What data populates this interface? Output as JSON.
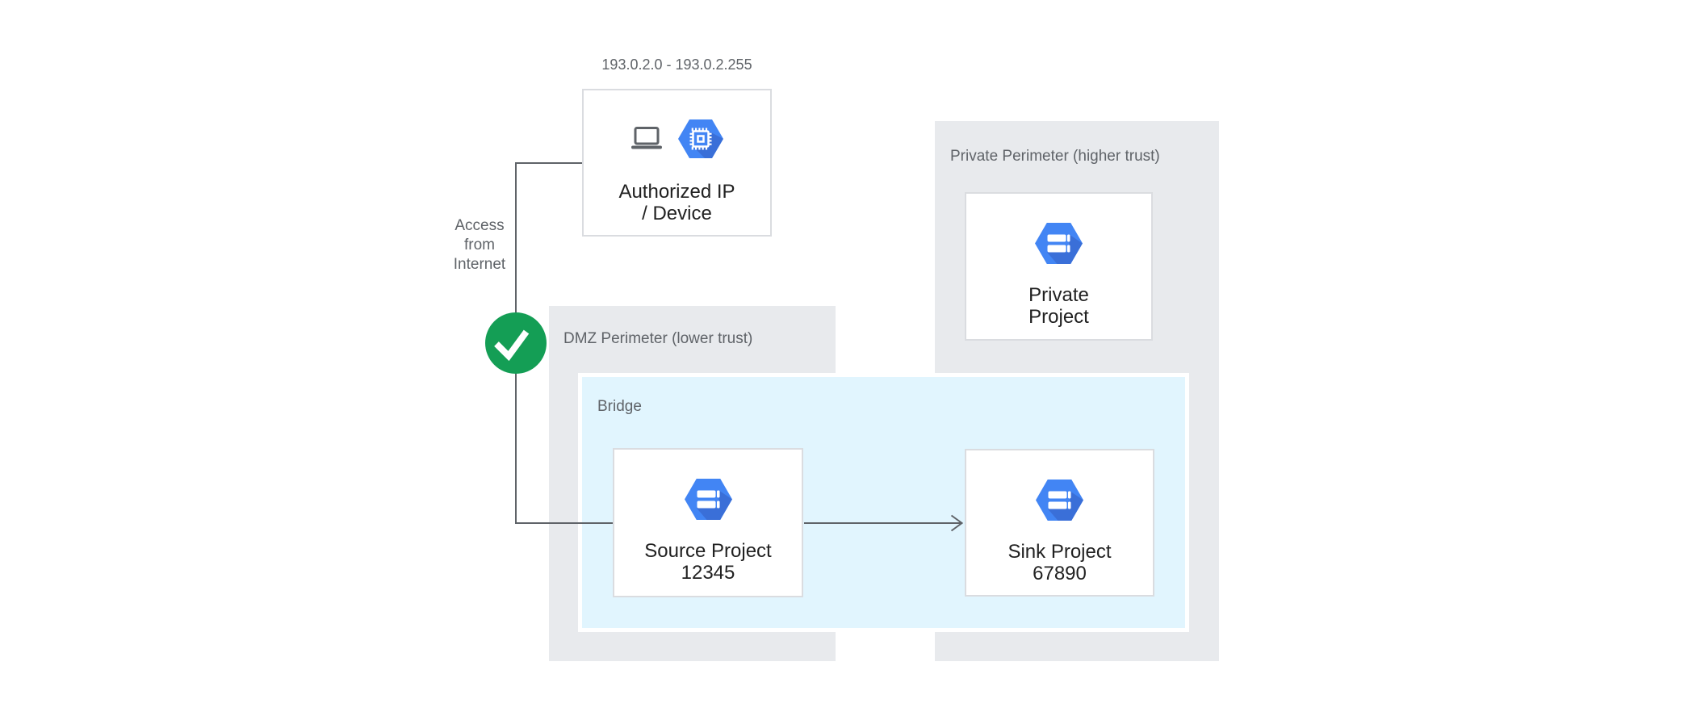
{
  "colors": {
    "perimeter_gray": "#E8EAED",
    "bridge_blue": "#E1F5FE",
    "node_border": "#DADCE0",
    "hexagon_blue": "#4285F4",
    "hexagon_shadow": "#3A6FD8",
    "success_green": "#149E55",
    "connector_gray": "#5F6368",
    "text_primary": "#212121",
    "text_secondary": "#5F6368"
  },
  "annotations": {
    "ip_range": "193.0.2.0 - 193.0.2.255",
    "access": {
      "line1": "Access",
      "line2": "from",
      "line3": "Internet"
    }
  },
  "perimeters": {
    "dmz": {
      "label": "DMZ Perimeter (lower trust)"
    },
    "private": {
      "label": "Private Perimeter (higher trust)"
    }
  },
  "bridge": {
    "label": "Bridge"
  },
  "nodes": {
    "authorized": {
      "line1": "Authorized IP",
      "line2": "/ Device"
    },
    "source": {
      "line1": "Source Project",
      "line2": "12345"
    },
    "sink": {
      "line1": "Sink Project",
      "line2": "67890"
    },
    "private_project": {
      "line1": "Private",
      "line2": "Project"
    }
  },
  "icons": {
    "laptop": "laptop-icon",
    "compute_engine": "compute-engine-hexagon-icon",
    "project": "project-hexagon-icon",
    "check": "check-icon"
  }
}
